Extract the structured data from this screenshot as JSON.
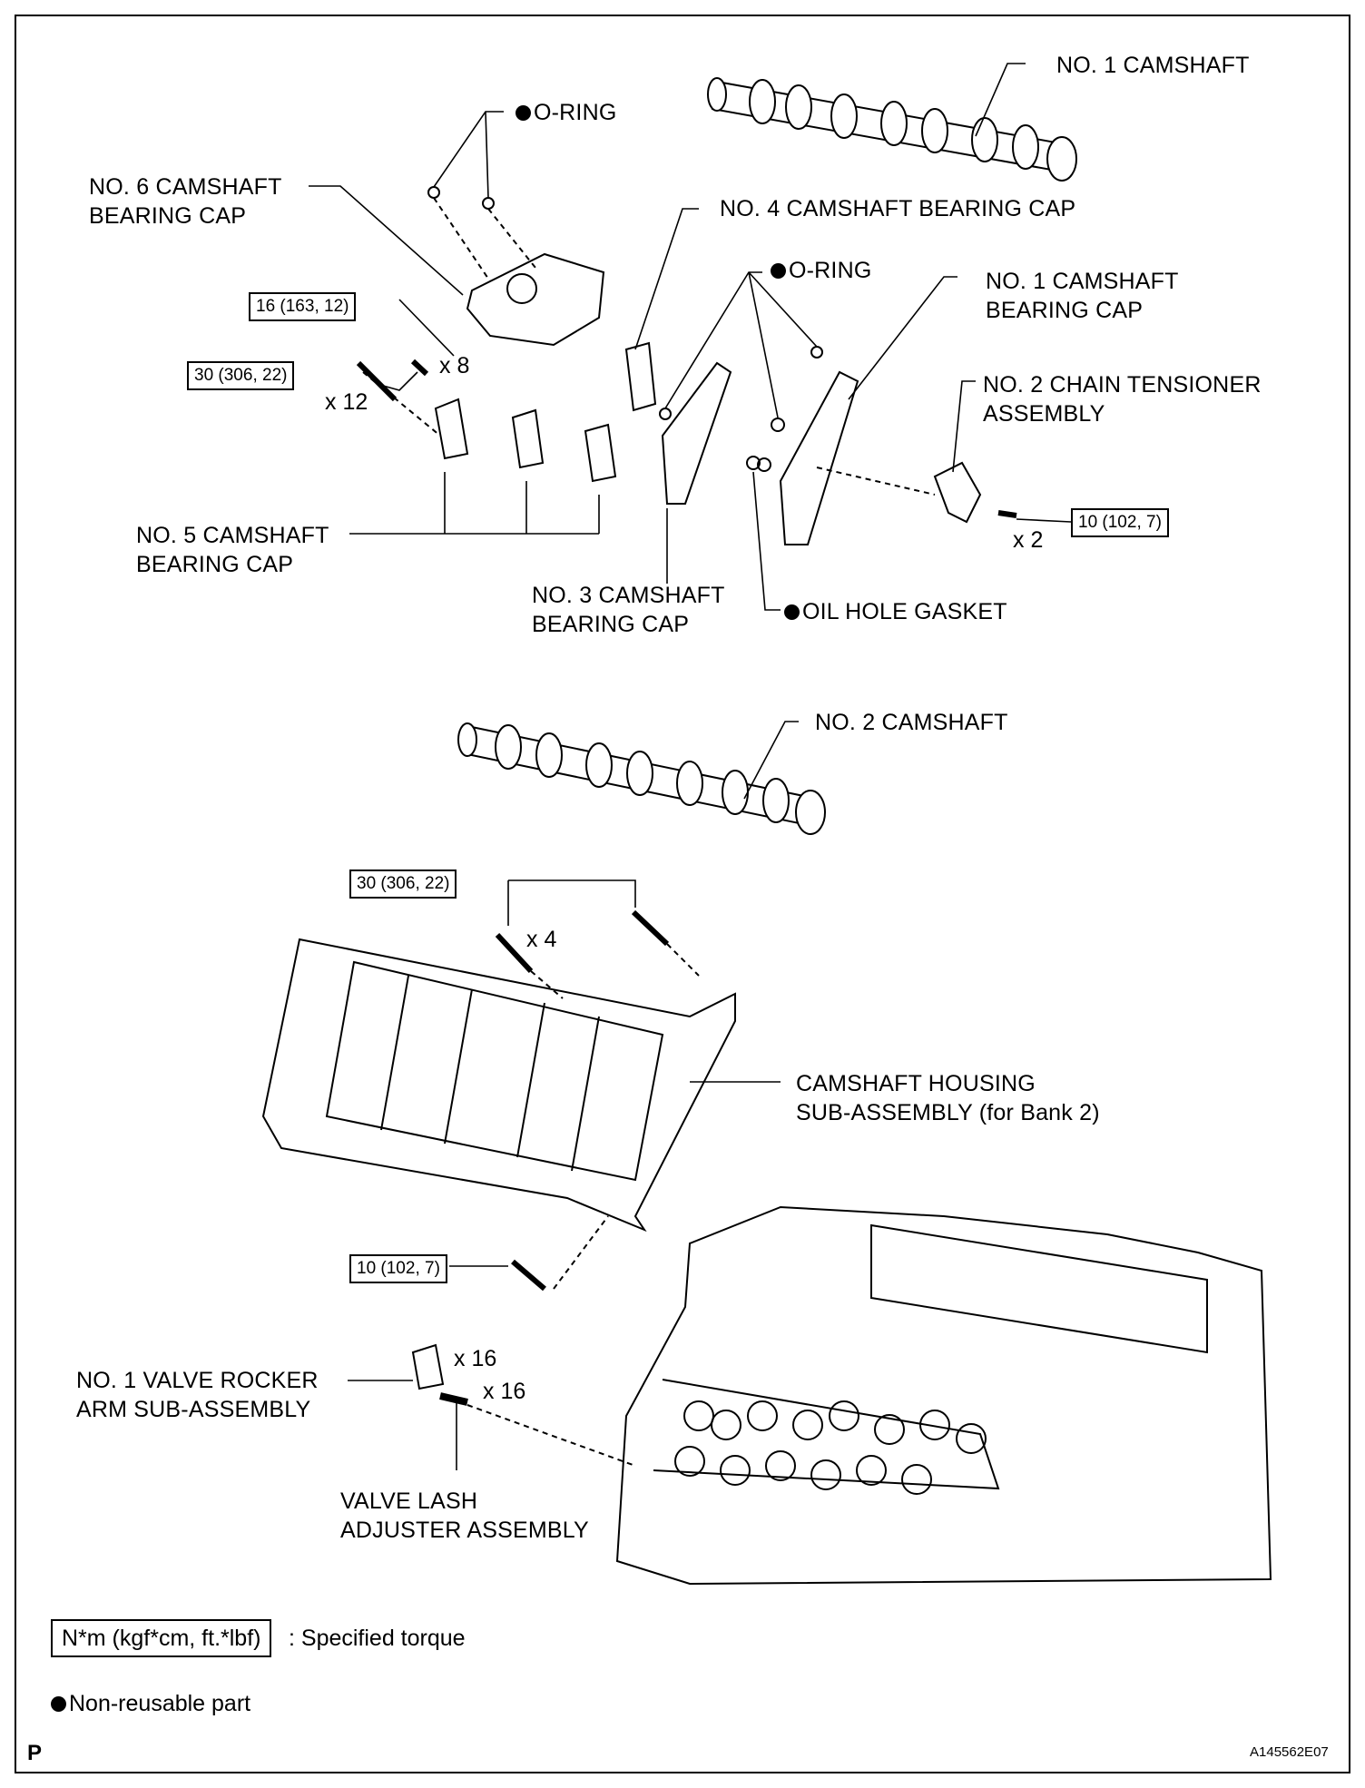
{
  "labels": {
    "no1_camshaft": "NO. 1 CAMSHAFT",
    "o_ring_top": "O-RING",
    "no6_cap_line1": "NO. 6 CAMSHAFT",
    "no6_cap_line2": "BEARING CAP",
    "no4_cap": "NO. 4 CAMSHAFT BEARING CAP",
    "o_ring_mid": "O-RING",
    "no1_cap_line1": "NO. 1 CAMSHAFT",
    "no1_cap_line2": "BEARING CAP",
    "no2_tensioner_line1": "NO. 2 CHAIN TENSIONER",
    "no2_tensioner_line2": "ASSEMBLY",
    "no5_cap_line1": "NO. 5 CAMSHAFT",
    "no5_cap_line2": "BEARING CAP",
    "no3_cap_line1": "NO. 3 CAMSHAFT",
    "no3_cap_line2": "BEARING CAP",
    "oil_hole_gasket": "OIL HOLE GASKET",
    "no2_camshaft": "NO. 2 CAMSHAFT",
    "housing_line1": "CAMSHAFT HOUSING",
    "housing_line2": "SUB-ASSEMBLY (for Bank 2)",
    "rocker_line1": "NO. 1 VALVE ROCKER",
    "rocker_line2": "ARM SUB-ASSEMBLY",
    "lash_line1": "VALVE LASH",
    "lash_line2": "ADJUSTER ASSEMBLY"
  },
  "torques": {
    "t1": "16 (163, 12)",
    "t2": "30 (306, 22)",
    "t3": "10 (102, 7)",
    "t4": "30 (306, 22)",
    "t5": "10 (102, 7)"
  },
  "quantities": {
    "q_x8": "x 8",
    "q_x12": "x 12",
    "q_x2": "x 2",
    "q_x4": "x 4",
    "q_x16_rocker": "x 16",
    "q_x16_lash": "x 16"
  },
  "legend": {
    "torque_box": "N*m (kgf*cm, ft.*lbf)",
    "torque_text": ": Specified torque",
    "nonreusable_text": "Non-reusable part"
  },
  "corner": {
    "page_letter": "P",
    "figure_code": "A145562E07"
  }
}
